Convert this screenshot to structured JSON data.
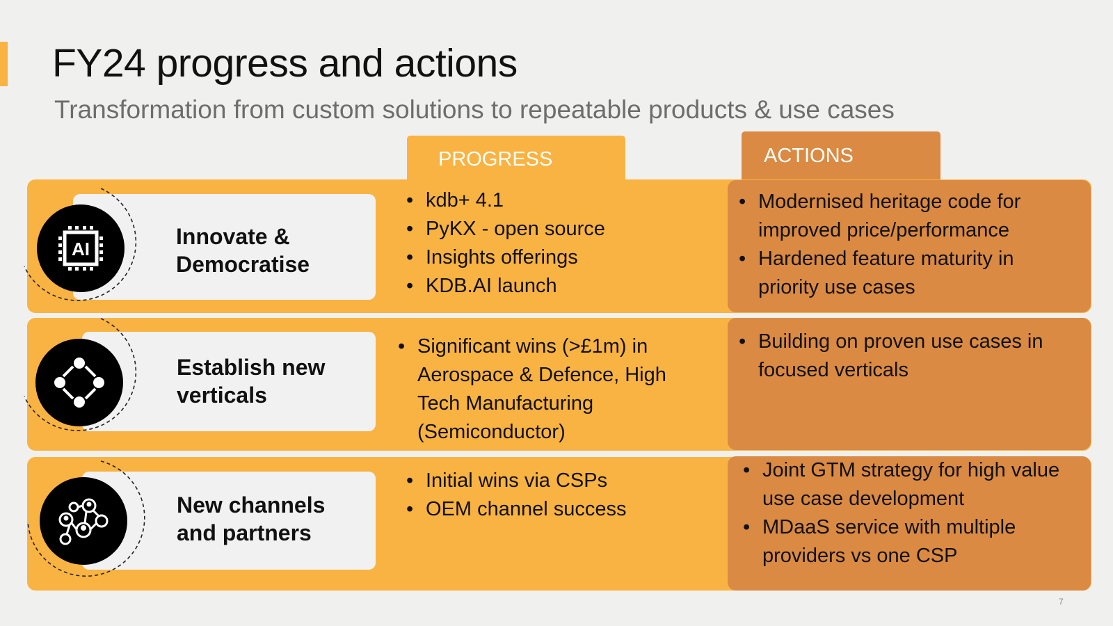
{
  "slide": {
    "title": "FY24 progress and actions",
    "subtitle": "Transformation from custom solutions to repeatable products & use cases",
    "page_number": "7",
    "colors": {
      "progress": "#f9b342",
      "actions": "#da8a43",
      "icon_bg": "#000000",
      "label_bg": "#f1f1f1"
    }
  },
  "columns": {
    "progress": "PROGRESS",
    "actions": "ACTIONS"
  },
  "rows": [
    {
      "icon": "ai-chip-icon",
      "icon_text": "AI",
      "label_lines": [
        "Innovate &",
        "Democratise"
      ],
      "progress": [
        "kdb+  4.1",
        "PyKX  - open source",
        "Insights offerings",
        "KDB.AI launch"
      ],
      "actions": [
        "Modernised heritage code for improved price/performance",
        "Hardened feature maturity in priority use cases"
      ]
    },
    {
      "icon": "connected-nodes-icon",
      "label_lines": [
        "Establish new",
        "verticals"
      ],
      "progress": [
        "Significant wins (>£1m) in Aerospace & Defence, High Tech Manufacturing (Semiconductor)"
      ],
      "actions": [
        "Building on proven use cases in focused  verticals"
      ]
    },
    {
      "icon": "network-people-icon",
      "label_lines": [
        "New channels",
        "and partners"
      ],
      "progress": [
        "Initial wins via CSPs",
        "OEM channel success"
      ],
      "actions": [
        "Joint GTM strategy for high value use case development",
        "MDaaS service with multiple providers vs one CSP"
      ]
    }
  ]
}
